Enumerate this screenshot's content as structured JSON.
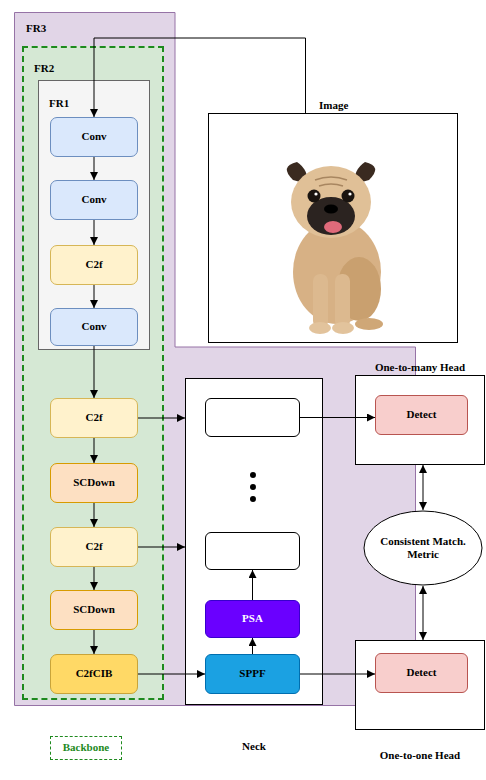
{
  "diagram": {
    "nodes": [
      {
        "text": [
          "FR3"
        ]
      },
      {
        "text": [
          "FR2"
        ],
        "in": 0
      },
      {
        "text": [
          "FR1"
        ],
        "in": 1
      },
      {
        "text": [
          "Conv"
        ],
        "in": 2
      },
      {
        "text": [
          "Conv"
        ],
        "in": 2
      },
      {
        "text": [
          "C2f"
        ],
        "in": 2
      },
      {
        "text": [
          "Conv"
        ],
        "in": 2
      },
      {
        "text": [
          "C2f"
        ],
        "in": 1
      },
      {
        "text": [
          "SCDown"
        ],
        "in": 1
      },
      {
        "text": [
          "C2f"
        ],
        "in": 1
      },
      {
        "text": [
          "SCDown"
        ],
        "in": 1
      },
      {
        "text": [
          "C2fCIB"
        ],
        "in": 1
      },
      {
        "text": [
          "Image"
        ]
      },
      {
        "text": [
          "Neck"
        ],
        "in": 0
      },
      {
        "text": [],
        "in": 13
      },
      {
        "text": [],
        "in": 13
      },
      {
        "text": [
          "PSA"
        ],
        "in": 13
      },
      {
        "text": [
          "SPPF"
        ],
        "in": 13
      },
      {
        "text": [
          "One-to-many Head"
        ]
      },
      {
        "text": [
          "Detect"
        ],
        "in": 18
      },
      {
        "text": [
          "Consistent Match. Metric"
        ]
      },
      {
        "text": [
          "One-to-one Head"
        ]
      },
      {
        "text": [
          "Detect"
        ],
        "in": 21
      },
      {
        "text": [
          "Backbone"
        ]
      }
    ],
    "edges": [
      {
        "from": 12,
        "to": 3,
        "arrow": "to"
      },
      {
        "from": 3,
        "to": 4,
        "arrow": "to"
      },
      {
        "from": 4,
        "to": 5,
        "arrow": "to"
      },
      {
        "from": 5,
        "to": 6,
        "arrow": "to"
      },
      {
        "from": 6,
        "to": 7,
        "arrow": "to"
      },
      {
        "from": 7,
        "to": 8,
        "arrow": "to"
      },
      {
        "from": 8,
        "to": 9,
        "arrow": "to"
      },
      {
        "from": 9,
        "to": 10,
        "arrow": "to"
      },
      {
        "from": 10,
        "to": 11,
        "arrow": "to"
      },
      {
        "from": 7,
        "to": 13,
        "arrow": "to"
      },
      {
        "from": 9,
        "to": 13,
        "arrow": "to"
      },
      {
        "from": 11,
        "to": 17,
        "arrow": "to"
      },
      {
        "from": 17,
        "to": 16,
        "arrow": "to"
      },
      {
        "from": 16,
        "to": 15,
        "arrow": "to"
      },
      {
        "from": 14,
        "to": 19,
        "arrow": "to"
      },
      {
        "from": 17,
        "to": 22,
        "arrow": "to"
      },
      {
        "from": 20,
        "to": 18,
        "arrow": "both"
      },
      {
        "from": 20,
        "to": 21,
        "arrow": "both"
      }
    ]
  }
}
